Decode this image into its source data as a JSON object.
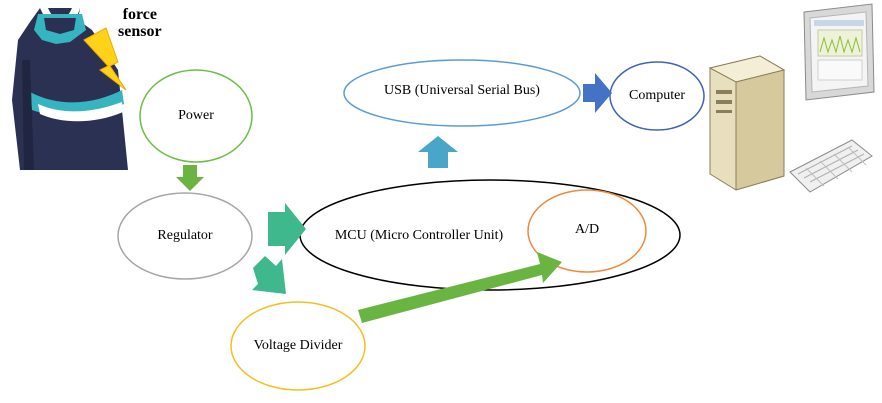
{
  "sensor": {
    "label_line1": "force",
    "label_line2": "sensor"
  },
  "nodes": {
    "power": "Power",
    "regulator": "Regulator",
    "voltage_divider": "Voltage Divider",
    "mcu": "MCU (Micro Controller Unit)",
    "ad": "A/D",
    "usb": "USB (Universal Serial Bus)",
    "computer": "Computer"
  },
  "colors": {
    "power_border": "#6abf45",
    "regulator_border": "#a6a6a6",
    "voltage_border": "#f2c023",
    "mcu_border": "#000000",
    "ad_border": "#ee8a3c",
    "usb_border": "#5b9bd5",
    "computer_border": "#3e63b8",
    "arrow_green": "#6ab441",
    "arrow_teal": "#3fb88d",
    "arrow_lightblue": "#4aa6c8",
    "arrow_blue": "#4472c4",
    "lightning": "#ffd21a"
  },
  "icons": [
    "dress-with-sensor-icon",
    "lightning-icon",
    "desktop-computer-icon"
  ]
}
